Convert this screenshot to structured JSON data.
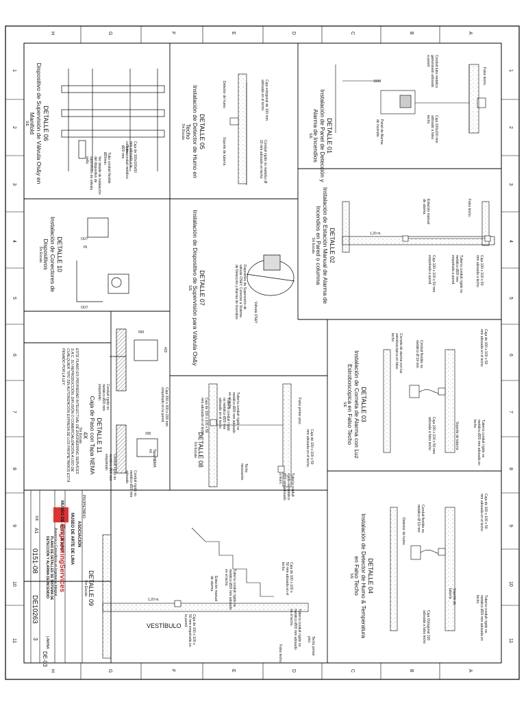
{
  "border": {
    "rows": [
      "H",
      "G",
      "F",
      "E",
      "D",
      "C",
      "B",
      "A"
    ],
    "cols": [
      "1",
      "2",
      "3",
      "4",
      "5",
      "6",
      "7",
      "8",
      "9",
      "10",
      "11"
    ]
  },
  "details": {
    "d01": {
      "title": "DETALLE 01",
      "subtitle": "Instalación de Panel de Detección y Alarma de Incendios",
      "scale": "S/E",
      "labels": [
        "Falso techo.",
        "Conduit tubo metálico galvanizado adosado a pared",
        "Caja 100x100 mm adosado a falso techo.",
        "Panel de Alarma de incendio."
      ],
      "dim": "1600"
    },
    "d02": {
      "title": "DETALLE 02",
      "subtitle": "Instalación de Estación Manual de Alarma de Incendios en Pared o columna",
      "scale": "Sin Escala",
      "labels": [
        "Falso techo.",
        "Estación manual de alarma.",
        "Caja 100 x 100 x 50 mm adosada a techo.",
        "Tubería conduit rígido no metálico Ø20 mm empotrada a pared.",
        "Caja 100 x 100 x 50 mm empotrada a pared."
      ],
      "dim": "1,20 m."
    },
    "d03": {
      "title": "DETALLE 03",
      "subtitle": "Instalación de Corneta de Alarma con Luz Estroboscópica en Falso Techo",
      "scale": "S/E",
      "labels": [
        "Caja de 100 x 100 x 50 mm adosada en el techo",
        "Conduit flexible no metálico Ø 19 mm",
        "Corneta de alarma con luz estroboscópica en falso techo",
        "Tubería conduit rígido no metálico Ø20 mm adosada en techo",
        "Caja 100 x 100 x 50 mm adosada a falso techo",
        "Soporte de tubería"
      ]
    },
    "d04": {
      "title": "DETALLE 04",
      "subtitle": "Instalación de Detector de Humo & Temperatura en Falso Techo",
      "scale": "S/E",
      "labels": [
        "Caja de 100 x 100 x 50 mm adosada en el techo",
        "Conduit flexible no metálico Ø 19 mm",
        "Detector de humo",
        "Tubería conduit rígido no metálico Ø20 mm adosada en techo",
        "Soporte de tubería",
        "Caja Octogonal 100 adosada a falso techo"
      ]
    },
    "d05": {
      "title": "DETALLE 05",
      "subtitle": "Instalación de Detector de Humo en Techo",
      "scale": "Sin Escala",
      "labels": [
        "Caja octogonal de 100 mm adosada en el techo.",
        "Detector de humo",
        "Conduit rígido no metálico Ø 20 mm adosado en techo",
        "Soporte de tubería"
      ]
    },
    "d06": {
      "title": "DETALLE 06",
      "subtitle": "Dispositivo de Supervisión de Válvula Os&y en Manifold",
      "scale": "S/E",
      "labels": [
        "Caja de 100x100x50 mm adosada a la columna",
        "Tubo conduit metálico Ø20 mm",
        "Tubo conduit flexible Ø20mm",
        "Ver detalle de instalación del dispositivo de supervisión de válvula os&y"
      ]
    },
    "d07": {
      "title": "DETALLE 07",
      "subtitle": "Instalación de Dispositivo de Supervisión para Válvula Os&y",
      "scale": "S/E",
      "labels": [
        "Válvula OS&Y",
        "Dispositivo de Supervisión de válvula OS&Y, Conectar a Sistema de Detección y Alarma de Incendios"
      ]
    },
    "d08": {
      "title": "DETALLE 08",
      "scale": "Sin Escala",
      "labels": [
        "Falso primer piso.",
        "Caja de 100 x 100 x 50 mm adosada en el techo.",
        "Tubería conduit rígido no metálico Ø20 mm adosado a muro.",
        "Tubería conduit rígido no metálico Ø20 mm adosado en el techo",
        "Caja de 100 x 100 x 50 mm adosada en el techo.",
        "Tubería conduit rígido no metálico Ø20 mm adosado en el techo.",
        "Techo mezzanine."
      ]
    },
    "d09": {
      "title": "DETALLE 09",
      "scale": "Sin Escala",
      "labels": [
        "Techo primer piso.",
        "Tubería conduit rígido no metálico Ø20 mm adosado en el techo.",
        "Caja de 100 x 100 x 50 mm adosada en el techo.",
        "Tubería conduit rígido no metálico Ø20 mm adosado en el techo.",
        "Estación manual de alarma.",
        "Caja de 100 x 100 x 50 mm empotrada en la pared.",
        "Falso techo."
      ],
      "dim": "1,20 m.",
      "room": "VESTÍBULO"
    },
    "d10": {
      "title": "DETALLE 10",
      "subtitle": "Instalación de Conectores de Dispositivos",
      "scale": "Sin Escala",
      "marks": [
        "OUT",
        "IN",
        "OUT"
      ]
    },
    "d11": {
      "title": "DETALLE 11",
      "subtitle": "Caja de Paso con Tapa NEMA 4X",
      "scale": "Sin Escala",
      "labels": [
        "Conduit rígido no metálico Ø20 mm empotrado.",
        "Caja 300 x 300 x 200 mm empotrado en la pared.",
        "Tapa NEMA 4X",
        "Conduit rígido no metálico Ø20 mm adosado",
        "Conduit rígido no metálico Ø20 mm empotrado."
      ],
      "dims": [
        "550",
        "420",
        "200"
      ]
    }
  },
  "note": "ESTE PLANO ES PROPIEDAD INTELECTUAL DE ENGINEERING SERVICES S.A.C. SU REPRODUCCIÓN, DIFUSIÓN O COMERCIALIZACIÓN A USO DE CUALQUIER TIPO SIN AUTORIZACIÓN EXPRESA DE LOS PROPIETARIOS ESTÁ PENADO POR LA LEY.",
  "titleblock": {
    "owner_label": "PROPIETARIO:",
    "owner1": "ASOCIACIÓN",
    "owner2": "MUSEO DE ARTE DE LIMA",
    "project": "MUSEO DE ARTE DE LIMA",
    "company": "EngineeringServices",
    "company_sub": "Asesoría y Consultoría en Ingeniería Integral",
    "plan_title": "PLANO DE DETALLES DE SISTEMA DE DETECCIÓN Y ALARMA DE INCENDIO",
    "scale": "S/E",
    "sheet_size": "A1",
    "code": "0151-08",
    "drawing": "DE10263",
    "sheet_no": "3",
    "sheet_label": "LÁMINA",
    "sheet_id": "DE-03"
  }
}
